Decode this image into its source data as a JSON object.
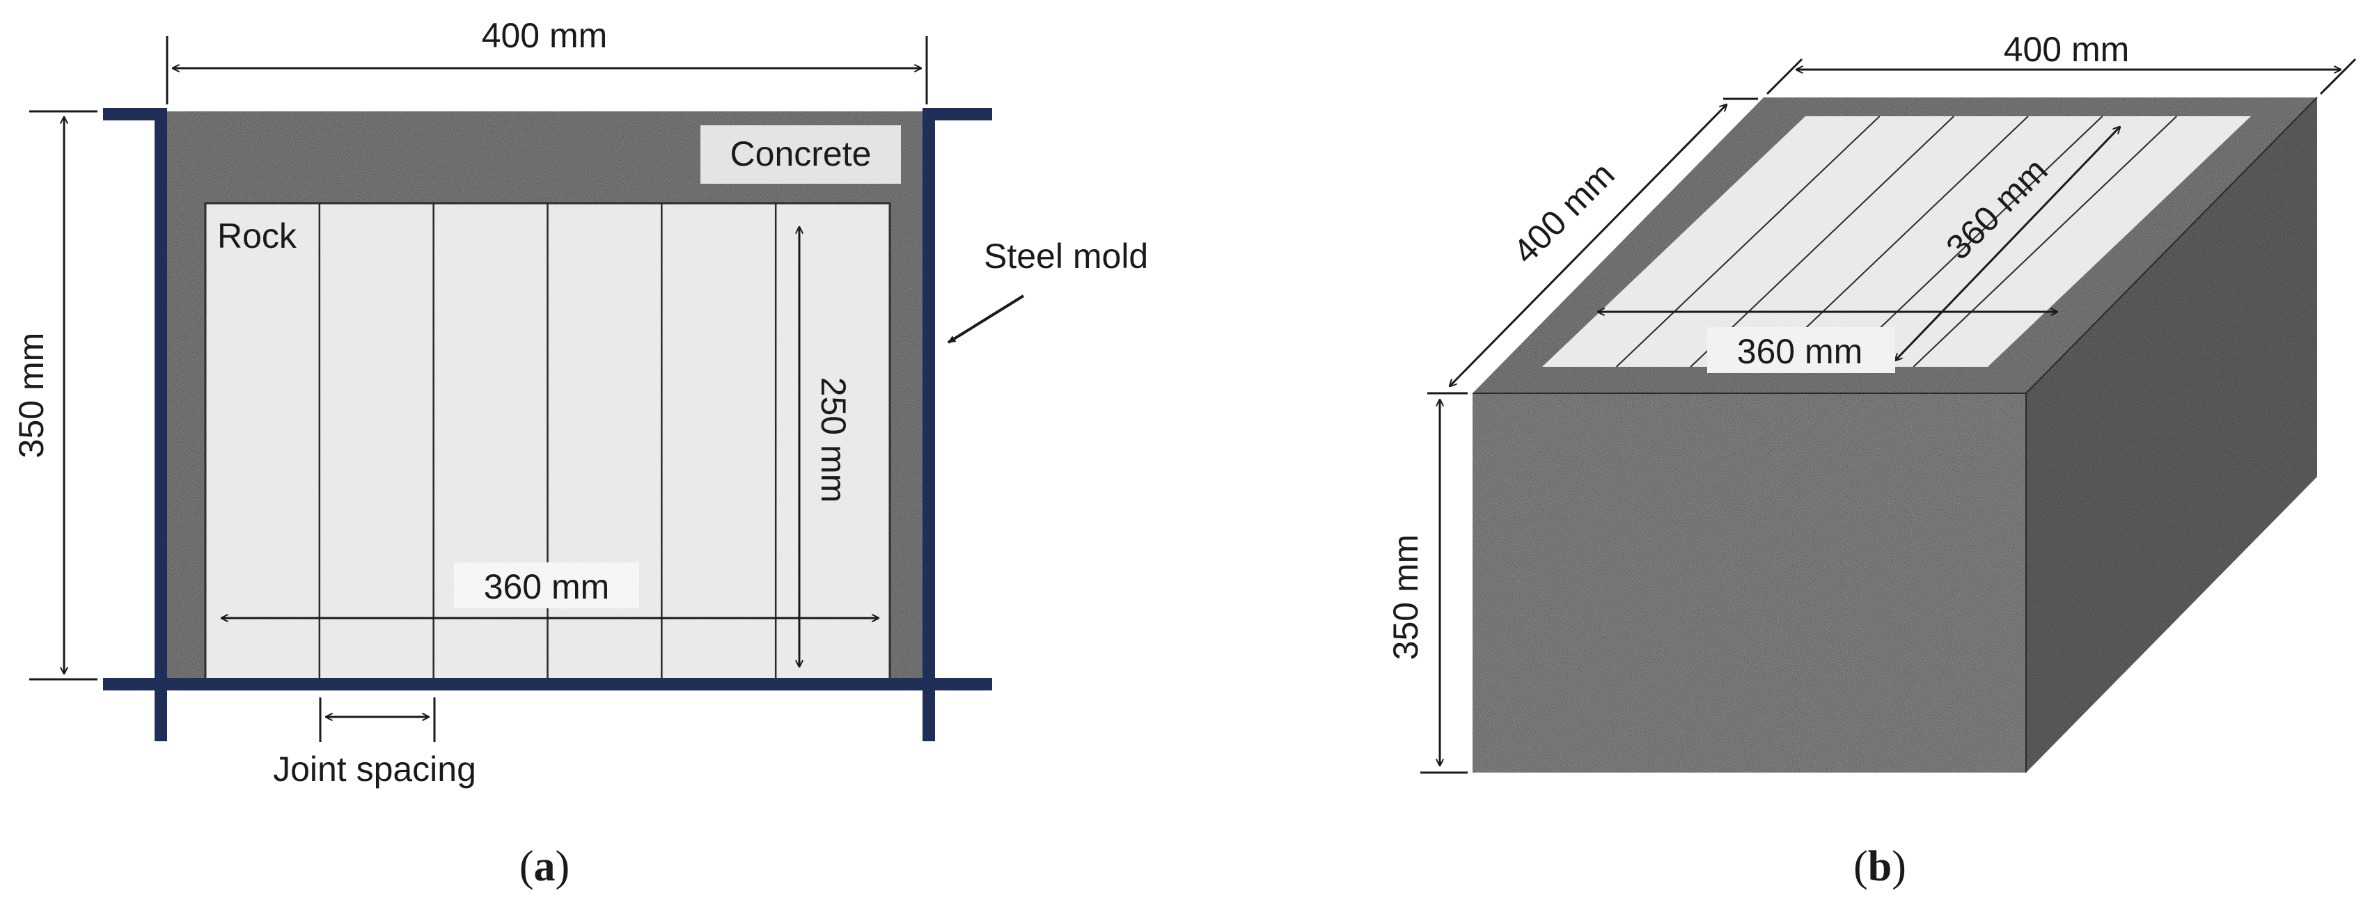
{
  "panel_a": {
    "caption_open": "(",
    "caption_letter": "a",
    "caption_close": ")",
    "width_label": "400 mm",
    "height_label": "350 mm",
    "concrete_label": "Concrete",
    "rock_label": "Rock",
    "steel_mold_label": "Steel mold",
    "rock_height_label": "250 mm",
    "rock_width_label": "360 mm",
    "joint_spacing_label": "Joint spacing",
    "rock_joint_count": 5
  },
  "panel_b": {
    "caption_open": "(",
    "caption_letter": "b",
    "caption_close": ")",
    "width_label": "400 mm",
    "depth_label": "400 mm",
    "height_label": "350 mm",
    "rock_depth_label": "360 mm",
    "rock_width_label": "360 mm"
  },
  "colors": {
    "concrete": "#8e8e8e",
    "concrete_front": "#979797",
    "concrete_side": "#6f6f6f",
    "rock": "#ececec",
    "steel_mold": "#1f2f57",
    "line": "#1a1a1a"
  }
}
